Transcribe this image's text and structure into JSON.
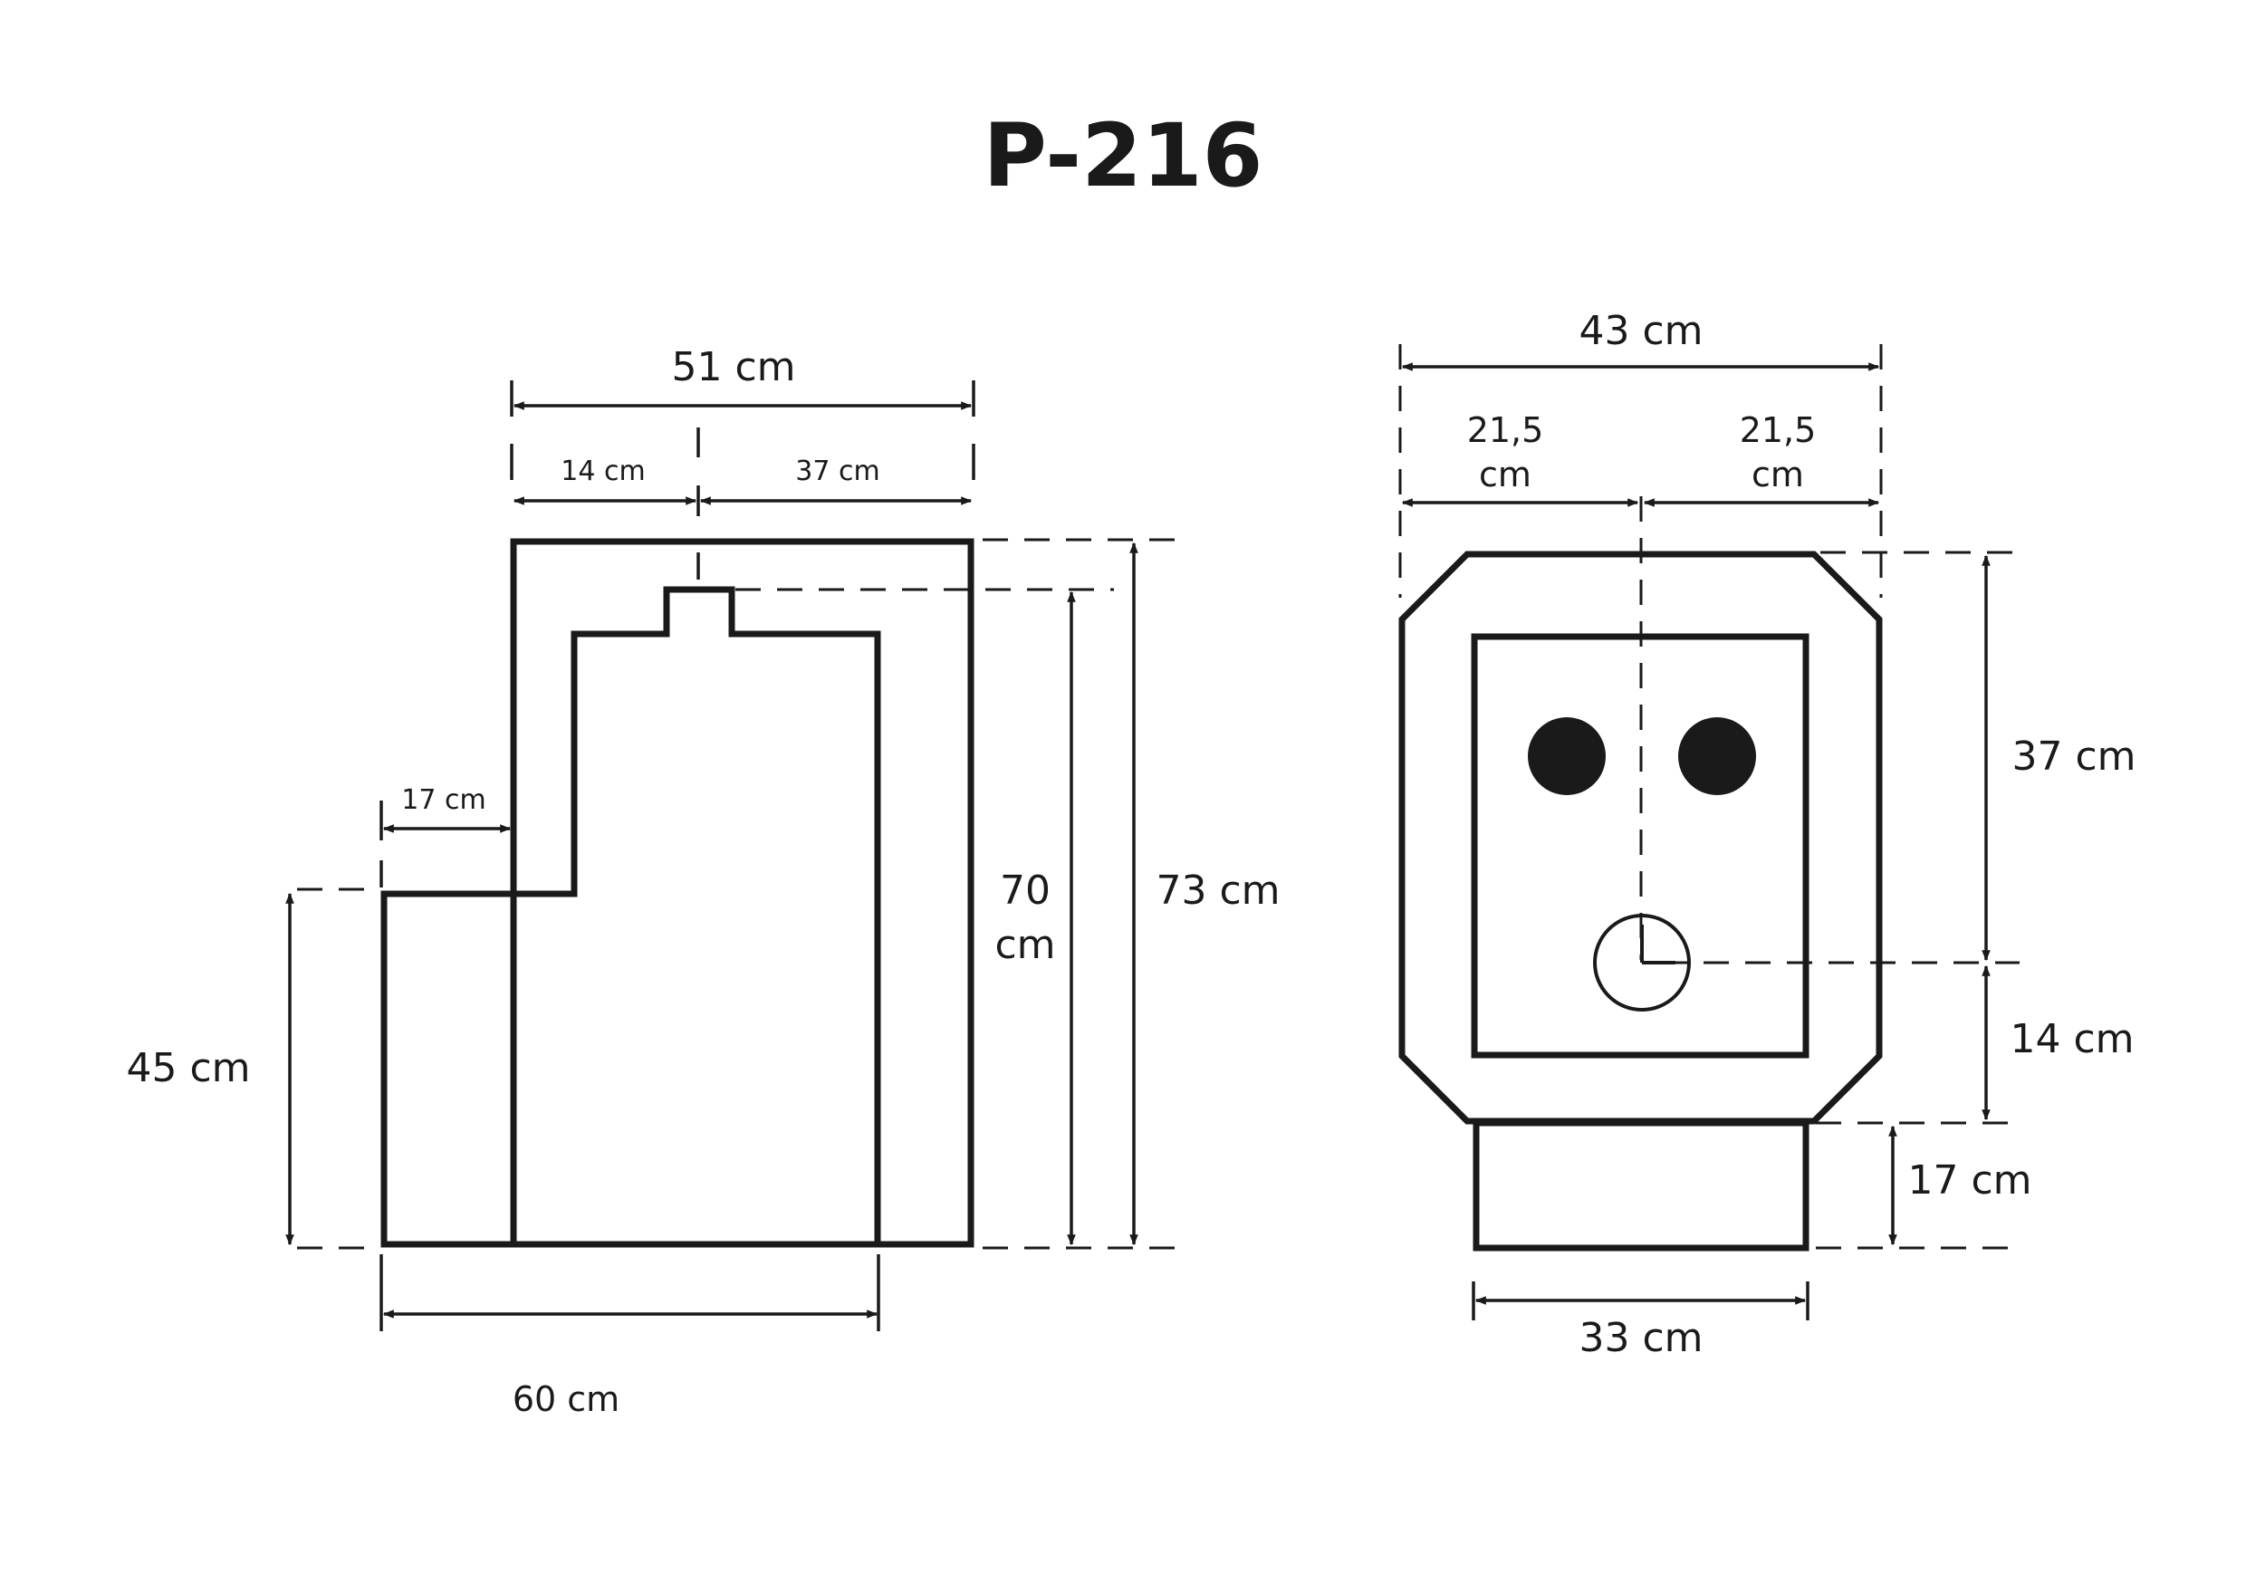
{
  "title": "P-216",
  "colors": {
    "ink": "#1a1a1a",
    "background": "#ffffff"
  },
  "side_view": {
    "width_top": "51 cm",
    "width_left_top": "14 cm",
    "width_right_top": "37 cm",
    "step_depth": "17 cm",
    "step_height": "45 cm",
    "inner_height": "70",
    "inner_height_unit": "cm",
    "total_height": "73 cm",
    "base_width": "60 cm"
  },
  "front_view": {
    "total_width": "43 cm",
    "half_left_value": "21,5",
    "half_left_unit": "cm",
    "half_right_value": "21,5",
    "half_right_unit": "cm",
    "upper_height": "37 cm",
    "lower_height": "14 cm",
    "base_height": "17 cm",
    "base_width": "33 cm"
  }
}
